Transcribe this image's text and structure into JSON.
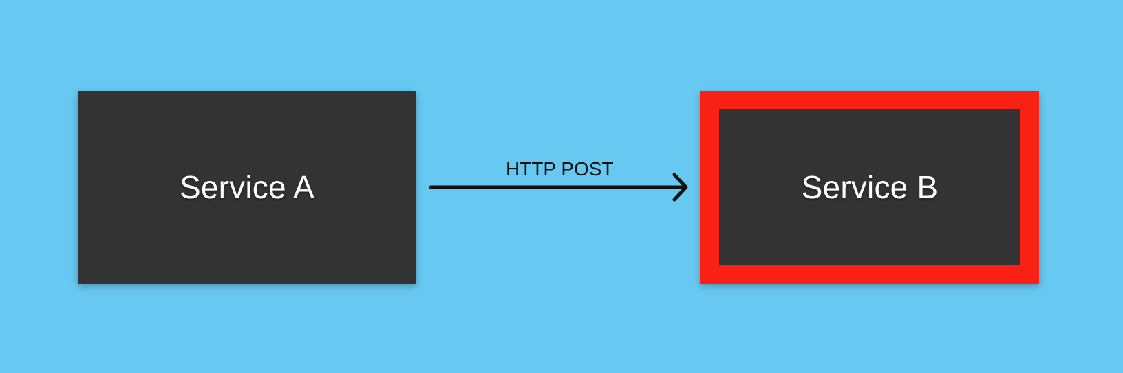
{
  "diagram": {
    "nodes": [
      {
        "id": "service-a",
        "label": "Service A",
        "highlighted": false,
        "fill_color": "#333333"
      },
      {
        "id": "service-b",
        "label": "Service B",
        "highlighted": true,
        "fill_color": "#333333",
        "highlight_color": "#f82113"
      }
    ],
    "edge": {
      "from": "Service A",
      "to": "Service B",
      "label": "HTTP POST",
      "color": "#111111"
    },
    "background_color": "#67c9f1"
  }
}
